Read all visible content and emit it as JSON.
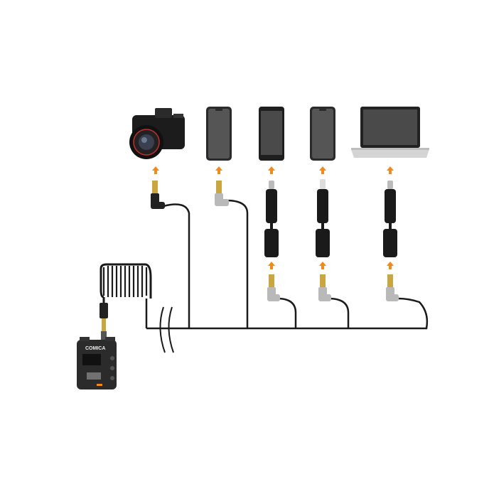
{
  "brand_logo": "COMICA",
  "colors": {
    "arrow": "#f08a1c",
    "cable": "#1a1a1a",
    "plug_gold": "#c9a640",
    "plug_grey": "#b9b9b9",
    "device_body": "#2b2b2b"
  },
  "targets": [
    "camera",
    "phone",
    "android-phone",
    "iphone",
    "laptop"
  ],
  "icons": [
    "arrow-up-icon",
    "trs-plug-icon",
    "usb-c-adapter-icon",
    "lightning-adapter-icon",
    "coiled-cable-icon",
    "break-symbol-icon"
  ]
}
